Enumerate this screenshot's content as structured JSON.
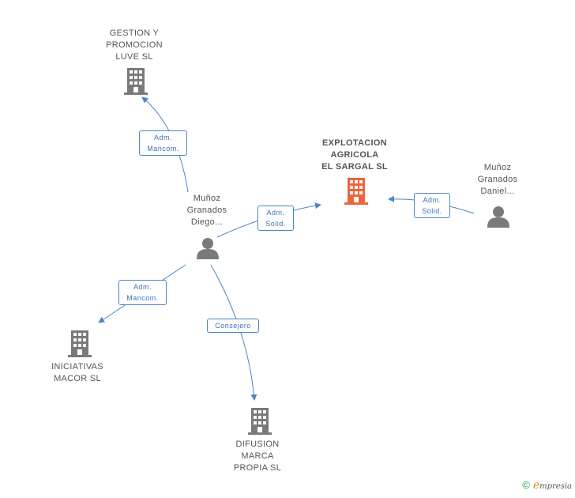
{
  "nodes": {
    "gestion": {
      "lines": [
        "GESTION Y",
        "PROMOCION",
        "LUVE SL"
      ],
      "kind": "company"
    },
    "explotacion": {
      "lines": [
        "EXPLOTACION",
        "AGRICOLA",
        "EL SARGAL SL"
      ],
      "kind": "company-focus"
    },
    "diego": {
      "lines": [
        "Muñoz",
        "Granados",
        "Diego..."
      ],
      "kind": "person"
    },
    "daniel": {
      "lines": [
        "Muñoz",
        "Granados",
        "Daniel..."
      ],
      "kind": "person"
    },
    "iniciativas": {
      "lines": [
        "INICIATIVAS",
        "MACOR SL"
      ],
      "kind": "company"
    },
    "difusion": {
      "lines": [
        "DIFUSION",
        "MARCA",
        "PROPIA  SL"
      ],
      "kind": "company"
    }
  },
  "edges": {
    "diego_gestion": {
      "lines": [
        "Adm.",
        "Mancom."
      ]
    },
    "diego_explotacion": {
      "lines": [
        "Adm.",
        "Solid."
      ]
    },
    "daniel_explotacion": {
      "lines": [
        "Adm.",
        "Solid."
      ]
    },
    "diego_iniciativas": {
      "lines": [
        "Adm.",
        "Mancom."
      ]
    },
    "diego_difusion": {
      "lines": [
        "Consejero"
      ]
    }
  },
  "colors": {
    "edge": "#4a86c5",
    "company": "#7a7a7a",
    "focus": "#f0643c",
    "person": "#7a7a7a"
  },
  "footer": {
    "copyright": "©",
    "brand_initial": "e",
    "brand_rest": "mpresia"
  }
}
